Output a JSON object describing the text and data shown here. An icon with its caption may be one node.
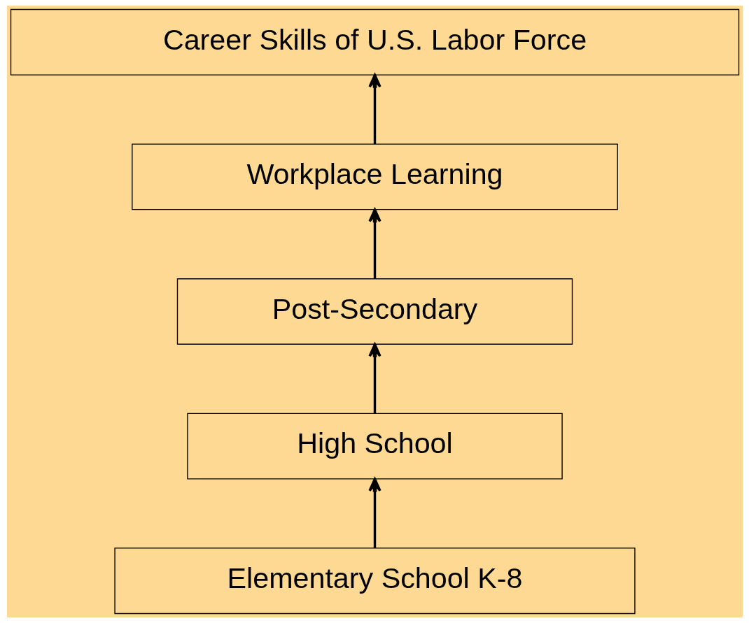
{
  "diagram": {
    "nodes": [
      {
        "text": [
          "Career Skills of U.S. Labor Force"
        ]
      },
      {
        "text": [
          "Workplace Learning"
        ]
      },
      {
        "text": [
          "Post-Secondary"
        ]
      },
      {
        "text": [
          "High School"
        ]
      },
      {
        "text": [
          "Elementary School K-8"
        ]
      }
    ],
    "edges": [
      {
        "from": 4,
        "to": 3,
        "arrow": "to"
      },
      {
        "from": 3,
        "to": 2,
        "arrow": "to"
      },
      {
        "from": 2,
        "to": 1,
        "arrow": "to"
      },
      {
        "from": 1,
        "to": 0,
        "arrow": "to"
      }
    ]
  }
}
